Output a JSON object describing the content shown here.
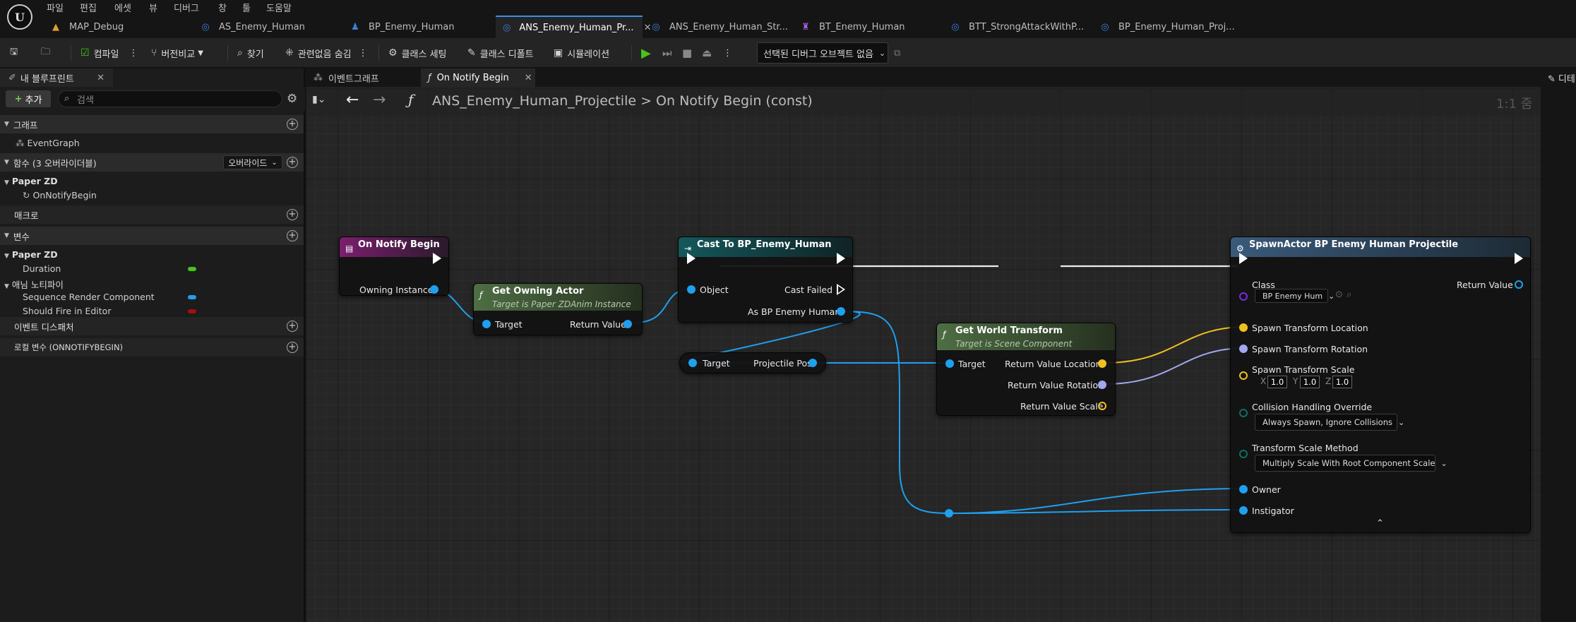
{
  "menu": [
    "파일",
    "편집",
    "에셋",
    "뷰",
    "디버그",
    "창",
    "툴",
    "도움말"
  ],
  "tabs": [
    {
      "label": "MAP_Debug",
      "icon": "map-icon",
      "color": "#e0a030"
    },
    {
      "label": "AS_Enemy_Human",
      "icon": "anim-sequence-icon",
      "color": "#3a7fe0"
    },
    {
      "label": "BP_Enemy_Human",
      "icon": "character-icon",
      "color": "#3a7fe0"
    },
    {
      "label": "ANS_Enemy_Human_Pr...",
      "icon": "anim-notify-icon",
      "color": "#3a7fe0",
      "active": true
    },
    {
      "label": "ANS_Enemy_Human_Str...",
      "icon": "anim-notify-icon",
      "color": "#3a7fe0"
    },
    {
      "label": "BT_Enemy_Human",
      "icon": "behavior-tree-icon",
      "color": "#a060e0"
    },
    {
      "label": "BTT_StrongAttackWithP...",
      "icon": "task-icon",
      "color": "#3a7fe0"
    },
    {
      "label": "BP_Enemy_Human_Proj...",
      "icon": "blueprint-icon",
      "color": "#3a7fe0"
    }
  ],
  "toolbar": {
    "compile": "컴파일",
    "diff": "버전비교",
    "find": "찾기",
    "hide_unrelated": "관련없음 숨김",
    "class_settings": "클래스 세팅",
    "class_defaults": "클래스 디폴트",
    "simulation": "시뮬레이션",
    "debug_object": "선택된 디버그 오브젝트 없음"
  },
  "left_panel": {
    "tab": "내 블루프린트",
    "add": "추가",
    "search_placeholder": "검색",
    "sections": {
      "graphs": "그래프",
      "event_graph": "EventGraph",
      "functions": "함수 (3 오버라이더블)",
      "override": "오버라이드",
      "paper_zd_1": "Paper ZD",
      "on_notify_begin": "OnNotifyBegin",
      "macros": "매크로",
      "variables": "변수",
      "paper_zd_2": "Paper ZD",
      "duration": "Duration",
      "anim_notify": "애님 노티파이",
      "sequence_render": "Sequence Render Component",
      "should_fire": "Should Fire in Editor",
      "event_dispatchers": "이벤트 디스패처",
      "local_vars": "로컬 변수 (ONNOTIFYBEGIN)"
    },
    "var_colors": {
      "duration": "#47c41a",
      "sequence_render": "#1ea0f0",
      "should_fire": "#a01010"
    }
  },
  "graph": {
    "tabs": [
      "이벤트그래프",
      "On Notify Begin"
    ],
    "breadcrumb": "ANS_Enemy_Human_Projectile > On Notify Begin (const)",
    "zoom": "1:1 줌",
    "right_tab": "디테"
  },
  "nodes": {
    "on_notify_begin": {
      "title": "On Notify Begin",
      "pin_owning": "Owning Instance"
    },
    "get_owning_actor": {
      "title": "Get Owning Actor",
      "subtitle": "Target is Paper ZDAnim Instance",
      "pin_target": "Target",
      "pin_return": "Return Value"
    },
    "cast": {
      "title": "Cast To BP_Enemy_Human",
      "pin_object": "Object",
      "pin_failed": "Cast Failed",
      "pin_as": "As BP Enemy Human"
    },
    "projectile_pos": {
      "pin_target": "Target",
      "pin_out": "Projectile Pos"
    },
    "get_world_transform": {
      "title": "Get World Transform",
      "subtitle": "Target is Scene Component",
      "pin_target": "Target",
      "pin_loc": "Return Value Location",
      "pin_rot": "Return Value Rotation",
      "pin_scale": "Return Value Scale"
    },
    "spawn": {
      "title": "SpawnActor BP Enemy Human Projectile",
      "pin_class": "Class",
      "class_value": "BP Enemy Hum",
      "pin_return": "Return Value",
      "pin_loc": "Spawn Transform Location",
      "pin_rot": "Spawn Transform Rotation",
      "pin_scale": "Spawn Transform Scale",
      "scale_x": "1.0",
      "scale_y": "1.0",
      "scale_z": "1.0",
      "axis_x": "X",
      "axis_y": "Y",
      "axis_z": "Z",
      "pin_collision": "Collision Handling Override",
      "collision_value": "Always Spawn, Ignore Collisions",
      "pin_scale_method": "Transform Scale Method",
      "scale_method_value": "Multiply Scale With Root Component Scale",
      "pin_owner": "Owner",
      "pin_instigator": "Instigator"
    }
  },
  "colors": {
    "object_pin": "#1ea0f0",
    "vector_pin": "#f0c020",
    "rotator_pin": "#a0a8f0",
    "class_pin": "#7a2be0",
    "enum_pin": "#0e6f62",
    "header_event": "#7a1e6e",
    "header_func": "#4e6e44",
    "header_cast": "#14585c",
    "header_spawn": "#3a5a7a"
  }
}
